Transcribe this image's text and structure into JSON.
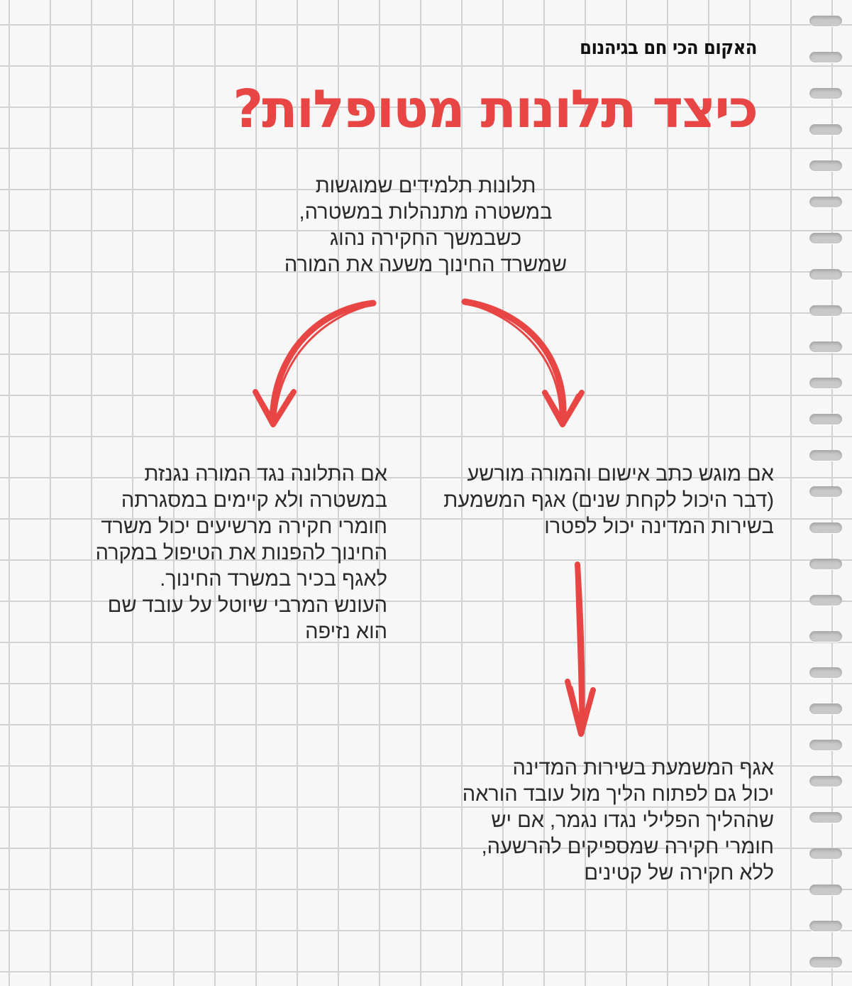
{
  "header": {
    "kicker": "האקום הכי חם בגיהנום",
    "title": "כיצד תלונות מטופלות?"
  },
  "intro": {
    "lines": [
      "תלונות תלמידים שמוגשות",
      "במשטרה מתנהלות במשטרה,",
      "כשבמשך החקירה נהוג",
      "שמשרד החינוך משעה את המורה"
    ]
  },
  "branch_right": {
    "lines": [
      "אם מוגש כתב אישום והמורה מורשע",
      "(דבר היכול לקחת שנים) אגף המשמעת",
      "בשירות המדינה יכול לפטרו"
    ]
  },
  "branch_left": {
    "lines": [
      "אם התלונה נגד המורה נגנזת",
      "במשטרה ולא קיימים במסגרתה",
      "חומרי חקירה מרשיעים יכול משרד",
      "החינוך להפנות את הטיפול במקרה",
      "לאגף בכיר במשרד החינוך.",
      "העונש המרבי שיוטל על עובד שם",
      "הוא נזיפה"
    ]
  },
  "branch_bottom": {
    "lines": [
      "אגף המשמעת בשירות המדינה",
      "יכול גם לפתוח הליך מול עובד הוראה",
      "שההליך הפלילי נגדו נגמר, אם יש",
      "חומרי חקירה שמספיקים להרשעה,",
      "ללא חקירה של קטינים"
    ]
  },
  "colors": {
    "accent": "#e84545",
    "text": "#2a2a2a",
    "grid": "#d2d2d2"
  }
}
